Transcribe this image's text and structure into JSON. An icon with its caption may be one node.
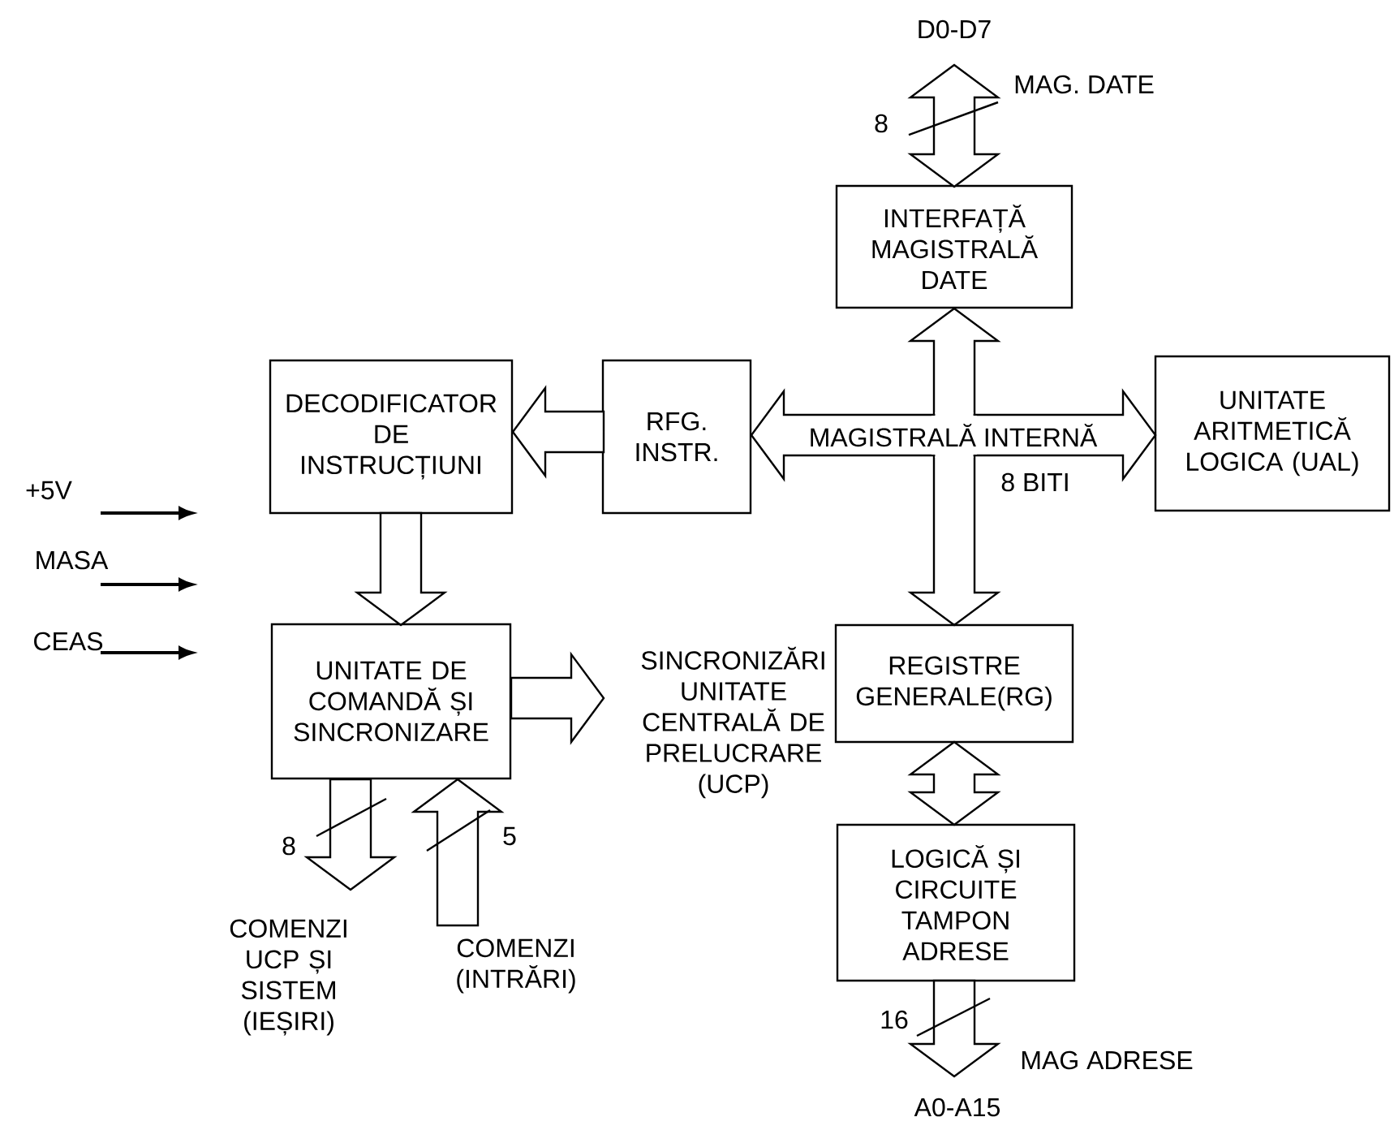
{
  "diagram": {
    "nodes": [
      {
        "text": [
          "INTERFAȚĂ MAGISTRALĂ DATE"
        ]
      },
      {
        "text": [
          "DECODIFICATOR DE INSTRUCȚIUNI"
        ]
      },
      {
        "text": [
          "RFG. INSTR."
        ]
      },
      {
        "text": [
          "UNITATE ARITMETICĂ LOGICA (UAL)"
        ]
      },
      {
        "text": [
          "UNITATE DE COMANDĂ ȘI SINCRONIZARE"
        ]
      },
      {
        "text": [
          "REGISTRE GENERALE(RG)"
        ]
      },
      {
        "text": [
          "LOGICĂ ȘI CIRCUITE TAMPON ADRESE"
        ]
      },
      {
        "text": [
          "D0-D7"
        ]
      },
      {
        "text": [
          "SINCRONIZĂRI UNITATE CENTRALĂ DE PRELUCRARE (UCP)"
        ]
      },
      {
        "text": [
          "COMENZI UCP ȘI SISTEM (IEȘIRI)"
        ]
      },
      {
        "text": [
          "COMENZI (INTRĂRI)"
        ]
      },
      {
        "text": [
          "A0-A15"
        ]
      },
      {
        "text": [
          "+5V"
        ]
      },
      {
        "text": [
          "MASA"
        ]
      },
      {
        "text": [
          "CEAS"
        ]
      }
    ],
    "edges": [
      {
        "from": 7,
        "to": 0,
        "arrow": "both"
      },
      {
        "from": 0,
        "to": 5,
        "arrow": "both"
      },
      {
        "from": 2,
        "to": 3,
        "arrow": "both",
        "label": "MAGISTRALĂ INTERNĂ"
      },
      {
        "from": 2,
        "to": 1,
        "arrow": "to"
      },
      {
        "from": 1,
        "to": 4,
        "arrow": "to"
      },
      {
        "from": 4,
        "to": 8,
        "arrow": "to"
      },
      {
        "from": 4,
        "to": 9,
        "arrow": "to"
      },
      {
        "from": 10,
        "to": 4,
        "arrow": "to"
      },
      {
        "from": 5,
        "to": 6,
        "arrow": "both"
      },
      {
        "from": 6,
        "to": 11,
        "arrow": "to"
      },
      {
        "from": 12,
        "to": null,
        "arrow": "to"
      },
      {
        "from": 13,
        "to": null,
        "arrow": "to"
      },
      {
        "from": 14,
        "to": null,
        "arrow": "to"
      }
    ],
    "labels": [
      "MAG. DATE",
      "8",
      "8 BITI",
      "8",
      "5",
      "16",
      "MAG ADRESE"
    ]
  }
}
